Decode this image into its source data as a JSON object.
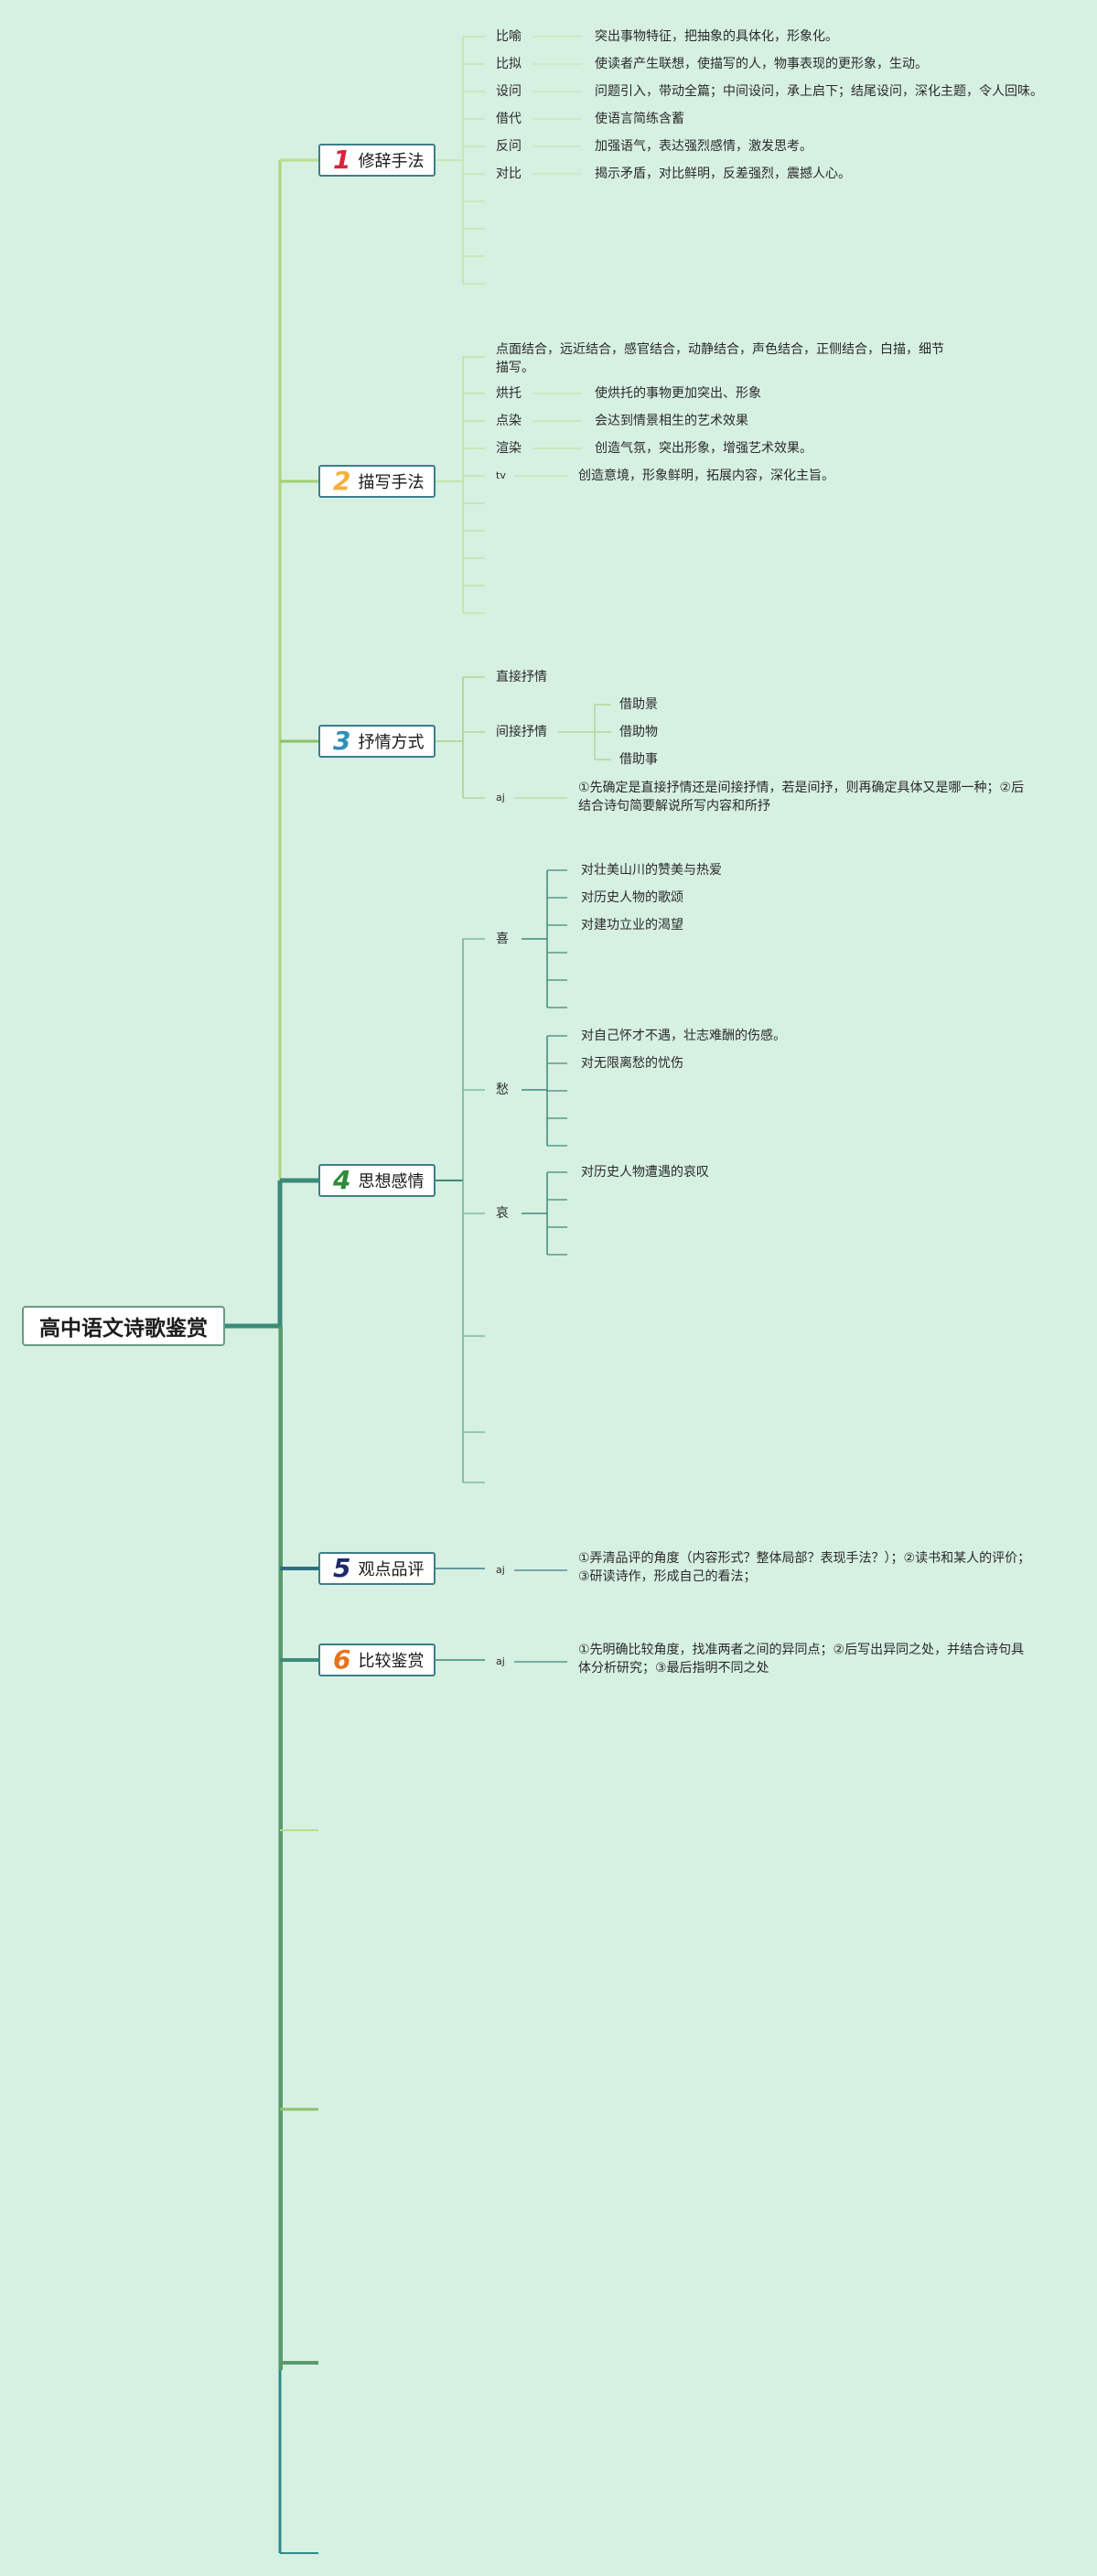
{
  "root": {
    "title": "高中语文诗歌鉴赏"
  },
  "colors": {
    "background": "#d6f0e2",
    "num1": "#d8233b",
    "num2": "#f2b13c",
    "num3": "#2f8fb5",
    "num4": "#2e8b3a",
    "num5": "#1f2a6b",
    "num6": "#e8721c"
  },
  "topics": [
    {
      "number": "1",
      "label": "修辞手法",
      "items": [
        {
          "label": "比喻",
          "desc": "突出事物特征，把抽象的具体化，形象化。"
        },
        {
          "label": "比拟",
          "desc": "使读者产生联想，使描写的人，物事表现的更形象，生动。"
        },
        {
          "label": "设问",
          "desc": "问题引入，带动全篇；中间设问，承上启下；结尾设问，深化主题，令人回味。"
        },
        {
          "label": "借代",
          "desc": "使语言简练含蓄"
        },
        {
          "label": "反问",
          "desc": "加强语气，表达强烈感情，激发思考。"
        },
        {
          "label": "对比",
          "desc": "揭示矛盾，对比鲜明，反差强烈，震撼人心。"
        }
      ]
    },
    {
      "number": "2",
      "label": "描写手法",
      "first": "点面结合，远近结合，感官结合，动静结合，声色结合，正侧结合，白描，细节描写。",
      "items": [
        {
          "label": "烘托",
          "desc": "使烘托的事物更加突出、形象"
        },
        {
          "label": "点染",
          "desc": "会达到情景相生的艺术效果"
        },
        {
          "label": "渲染",
          "desc": "创造气氛，突出形象，增强艺术效果。"
        },
        {
          "label": "tv",
          "desc": "创造意境，形象鲜明，拓展内容，深化主旨。"
        }
      ]
    },
    {
      "number": "3",
      "label": "抒情方式",
      "direct": "直接抒情",
      "indirect": "间接抒情",
      "indirect_items": [
        "借助景",
        "借助物",
        "借助事"
      ],
      "aj_label": "aj",
      "aj_desc": "①先确定是直接抒情还是间接抒情，若是间抒，则再确定具体又是哪一种；②后结合诗句简要解说所写内容和所抒"
    },
    {
      "number": "4",
      "label": "思想感情",
      "groups": [
        {
          "label": "喜",
          "items": [
            "对壮美山川的赞美与热爱",
            "对历史人物的歌颂",
            "对建功立业的渴望"
          ]
        },
        {
          "label": "愁",
          "items": [
            "对自己怀才不遇，壮志难酬的伤感。",
            "对无限离愁的忧伤"
          ]
        },
        {
          "label": "哀",
          "items": [
            "对历史人物遭遇的哀叹"
          ]
        }
      ]
    },
    {
      "number": "5",
      "label": "观点品评",
      "aj_label": "aj",
      "aj_desc": "①弄清品评的角度（内容形式？整体局部？表现手法？）；②读书和某人的评价；③研读诗作，形成自己的看法；"
    },
    {
      "number": "6",
      "label": "比较鉴赏",
      "aj_label": "aj",
      "aj_desc": "①先明确比较角度，找准两者之间的异同点；②后写出异同之处，并结合诗句具体分析研究；③最后指明不同之处"
    }
  ]
}
